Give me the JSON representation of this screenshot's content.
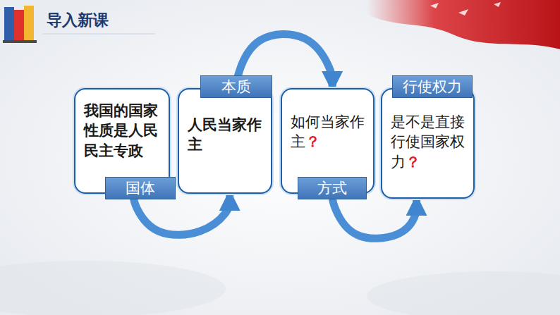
{
  "diagram": {
    "title": "导入新课",
    "nodes": [
      {
        "text": [
          "我国的国家性质是人民民主专政",
          "国体"
        ]
      },
      {
        "text": [
          "人民当家作主",
          "本质"
        ]
      },
      {
        "text": [
          "如何当家作主？",
          "方式"
        ]
      },
      {
        "text": [
          "是不是直接行使国家权力？",
          "行使权力"
        ]
      }
    ],
    "edges": [
      {
        "from": 0,
        "to": 1,
        "arrow": "to"
      },
      {
        "from": 1,
        "to": 2,
        "arrow": "to"
      },
      {
        "from": 2,
        "to": 3,
        "arrow": "to"
      }
    ]
  }
}
